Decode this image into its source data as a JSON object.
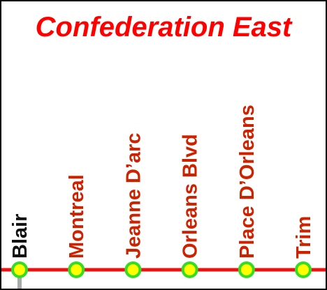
{
  "title": "Confederation East",
  "colors": {
    "title": "#ff0000",
    "line": "#ee1111",
    "connector": "#aaaaaa",
    "station_fill": "#ffff00",
    "station_ring": "#33dd22",
    "label_active": "#cc2200",
    "label_connection": "#111111"
  },
  "stations": [
    {
      "name": "Blair",
      "style": "connection"
    },
    {
      "name": "Montreal",
      "style": "active"
    },
    {
      "name": "Jeanne D’arc",
      "style": "active"
    },
    {
      "name": "Orleans Blvd",
      "style": "active"
    },
    {
      "name": "Place D’Orleans",
      "style": "active"
    },
    {
      "name": "Trim",
      "style": "active"
    }
  ]
}
